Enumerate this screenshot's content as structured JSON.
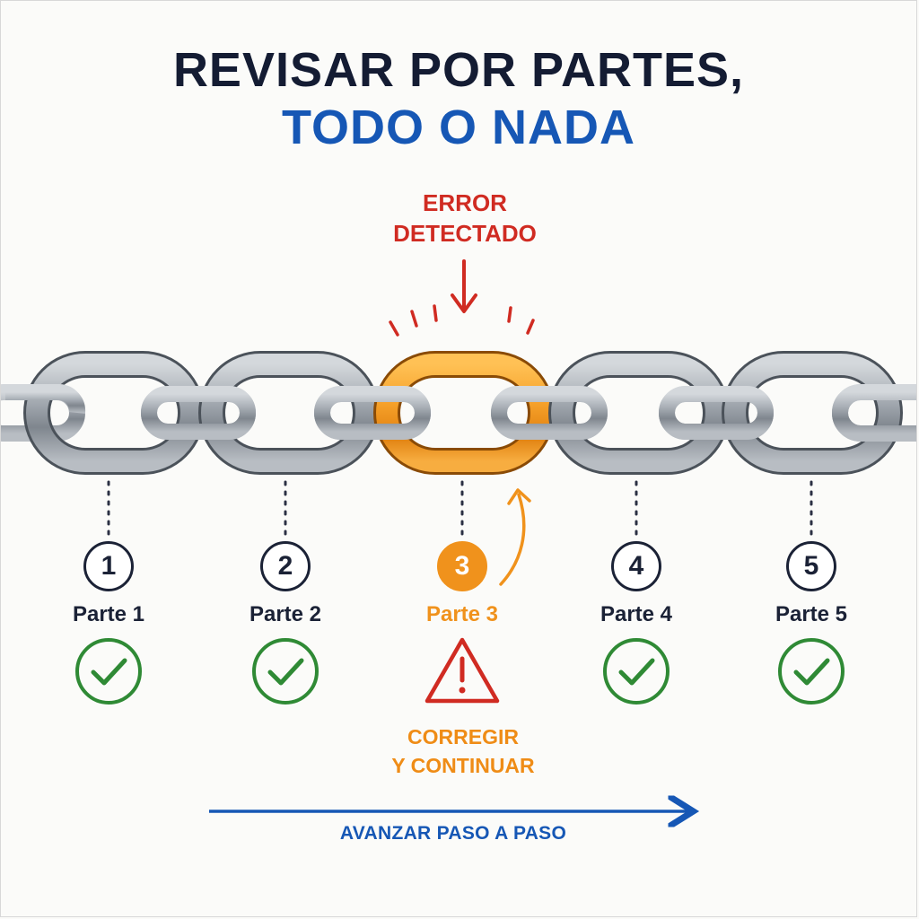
{
  "title": {
    "line1": "REVISAR POR PARTES,",
    "line2": "TODO O NADA"
  },
  "error_callout": {
    "line1": "ERROR",
    "line2": "DETECTADO",
    "color": "#d02b22"
  },
  "parts": [
    {
      "number": "1",
      "label": "Parte 1",
      "status": "check-icon",
      "error": false
    },
    {
      "number": "2",
      "label": "Parte 2",
      "status": "check-icon",
      "error": false
    },
    {
      "number": "3",
      "label": "Parte 3",
      "status": "warning-icon",
      "error": true
    },
    {
      "number": "4",
      "label": "Parte 4",
      "status": "check-icon",
      "error": false
    },
    {
      "number": "5",
      "label": "Parte 5",
      "status": "check-icon",
      "error": false
    }
  ],
  "fix_action": {
    "line1": "CORREGIR",
    "line2": "Y CONTINUAR",
    "color": "#ef8c16"
  },
  "progress": {
    "label": "AVANZAR PASO A PASO",
    "color": "#1657b5"
  },
  "colors": {
    "title_dark": "#141c33",
    "title_accent": "#1657b5",
    "ok_green": "#2f8a35",
    "highlight_orange": "#f0921c",
    "chain_steel": "#9aa0a8"
  }
}
